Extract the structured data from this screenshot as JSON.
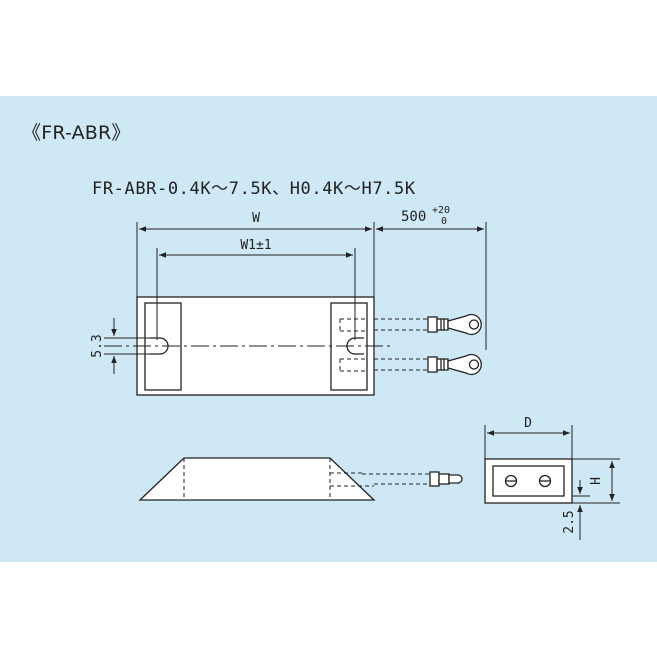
{
  "title": "《FR-ABR》",
  "model": "FR-ABR-0.4K～7.5K、H0.4K～H7.5K",
  "dimensions": {
    "w": "W",
    "w1": "W1±1",
    "lead_length": "500",
    "lead_tol_upper": "+20",
    "lead_tol_lower": "0",
    "slot": "5.3",
    "d": "D",
    "h": "H",
    "foot": "2.5"
  },
  "colors": {
    "panel_bg": "#cfe8f6",
    "line": "#222222",
    "body_fill": "#ffffff"
  }
}
